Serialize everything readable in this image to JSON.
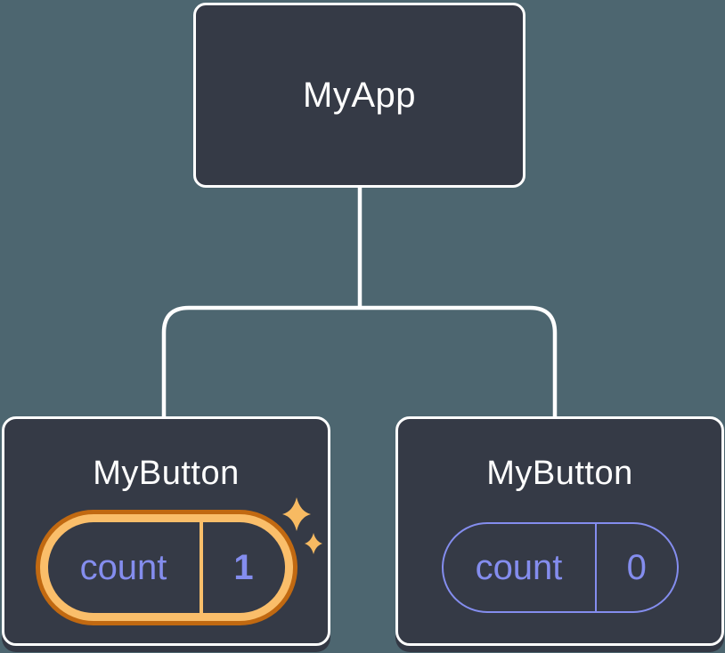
{
  "diagram": {
    "description": "React component tree with state",
    "root": {
      "title": "MyApp"
    },
    "children": [
      {
        "title": "MyButton",
        "state": {
          "label": "count",
          "value": "1"
        },
        "highlighted": true,
        "icon": "sparkle-icon"
      },
      {
        "title": "MyButton",
        "state": {
          "label": "count",
          "value": "0"
        },
        "highlighted": false
      }
    ],
    "colors": {
      "background": "#4d6670",
      "card-fill": "#353a46",
      "card-border": "#ffffff",
      "connector": "#ffffff",
      "title-text": "#ffffff",
      "state-text": "#848dee",
      "state-border": "#848dee",
      "ring-outer": "#c16911",
      "ring-inner": "#fabe6a",
      "sparkle": "#f7ba62",
      "card-shadow": "#333844"
    }
  }
}
